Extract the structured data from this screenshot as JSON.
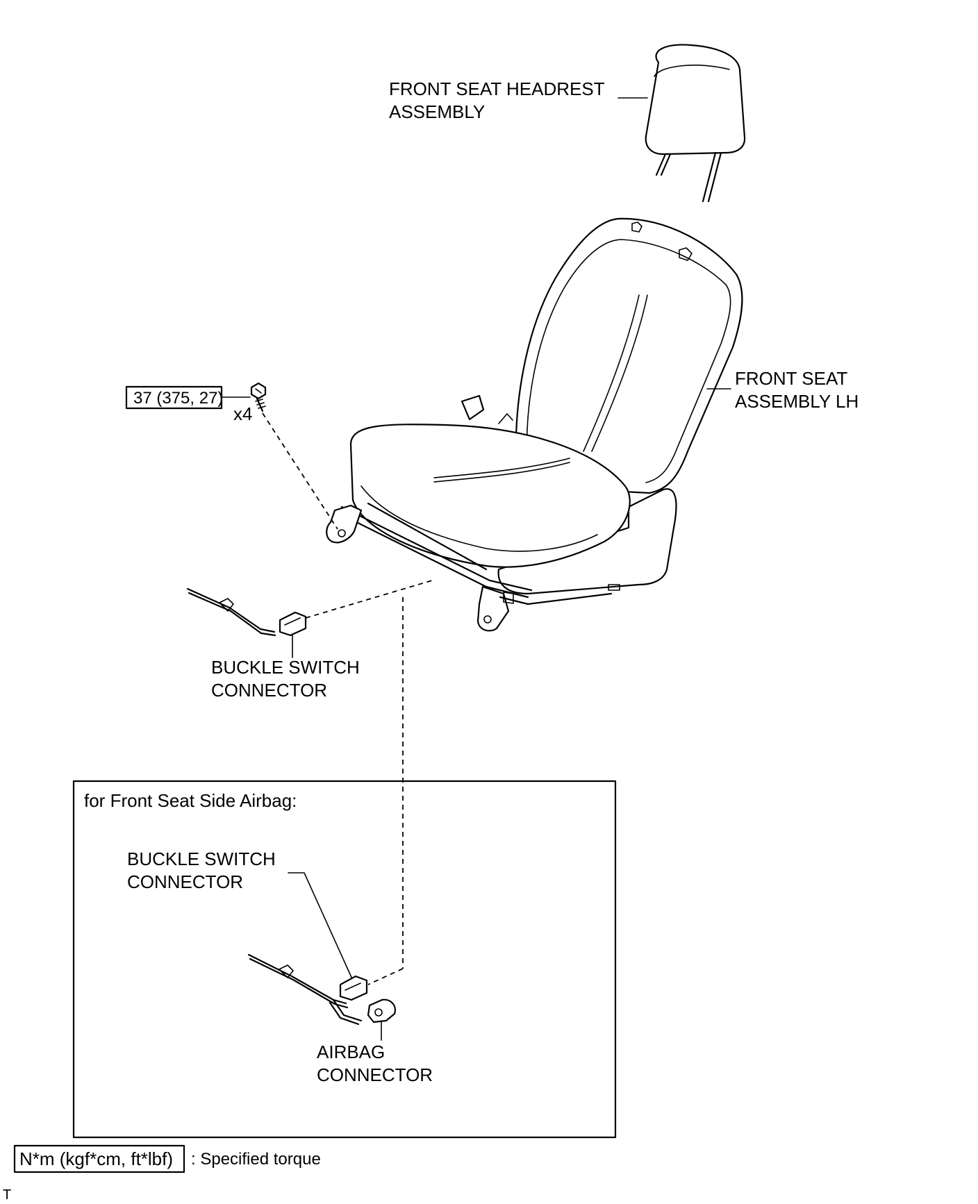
{
  "labels": {
    "headrest": [
      "FRONT SEAT HEADREST",
      "ASSEMBLY"
    ],
    "seat": [
      "FRONT SEAT",
      "ASSEMBLY LH"
    ],
    "torque_value": "37 (375, 27)",
    "bolt_qty": "x4",
    "buckle_main": [
      "BUCKLE SWITCH",
      "CONNECTOR"
    ],
    "inset_title": "for Front Seat Side Airbag:",
    "buckle_inset": [
      "BUCKLE SWITCH",
      "CONNECTOR"
    ],
    "airbag": [
      "AIRBAG",
      "CONNECTOR"
    ],
    "legend_box": "N*m (kgf*cm, ft*lbf)",
    "legend_text": ": Specified torque",
    "corner_mark": "T"
  }
}
